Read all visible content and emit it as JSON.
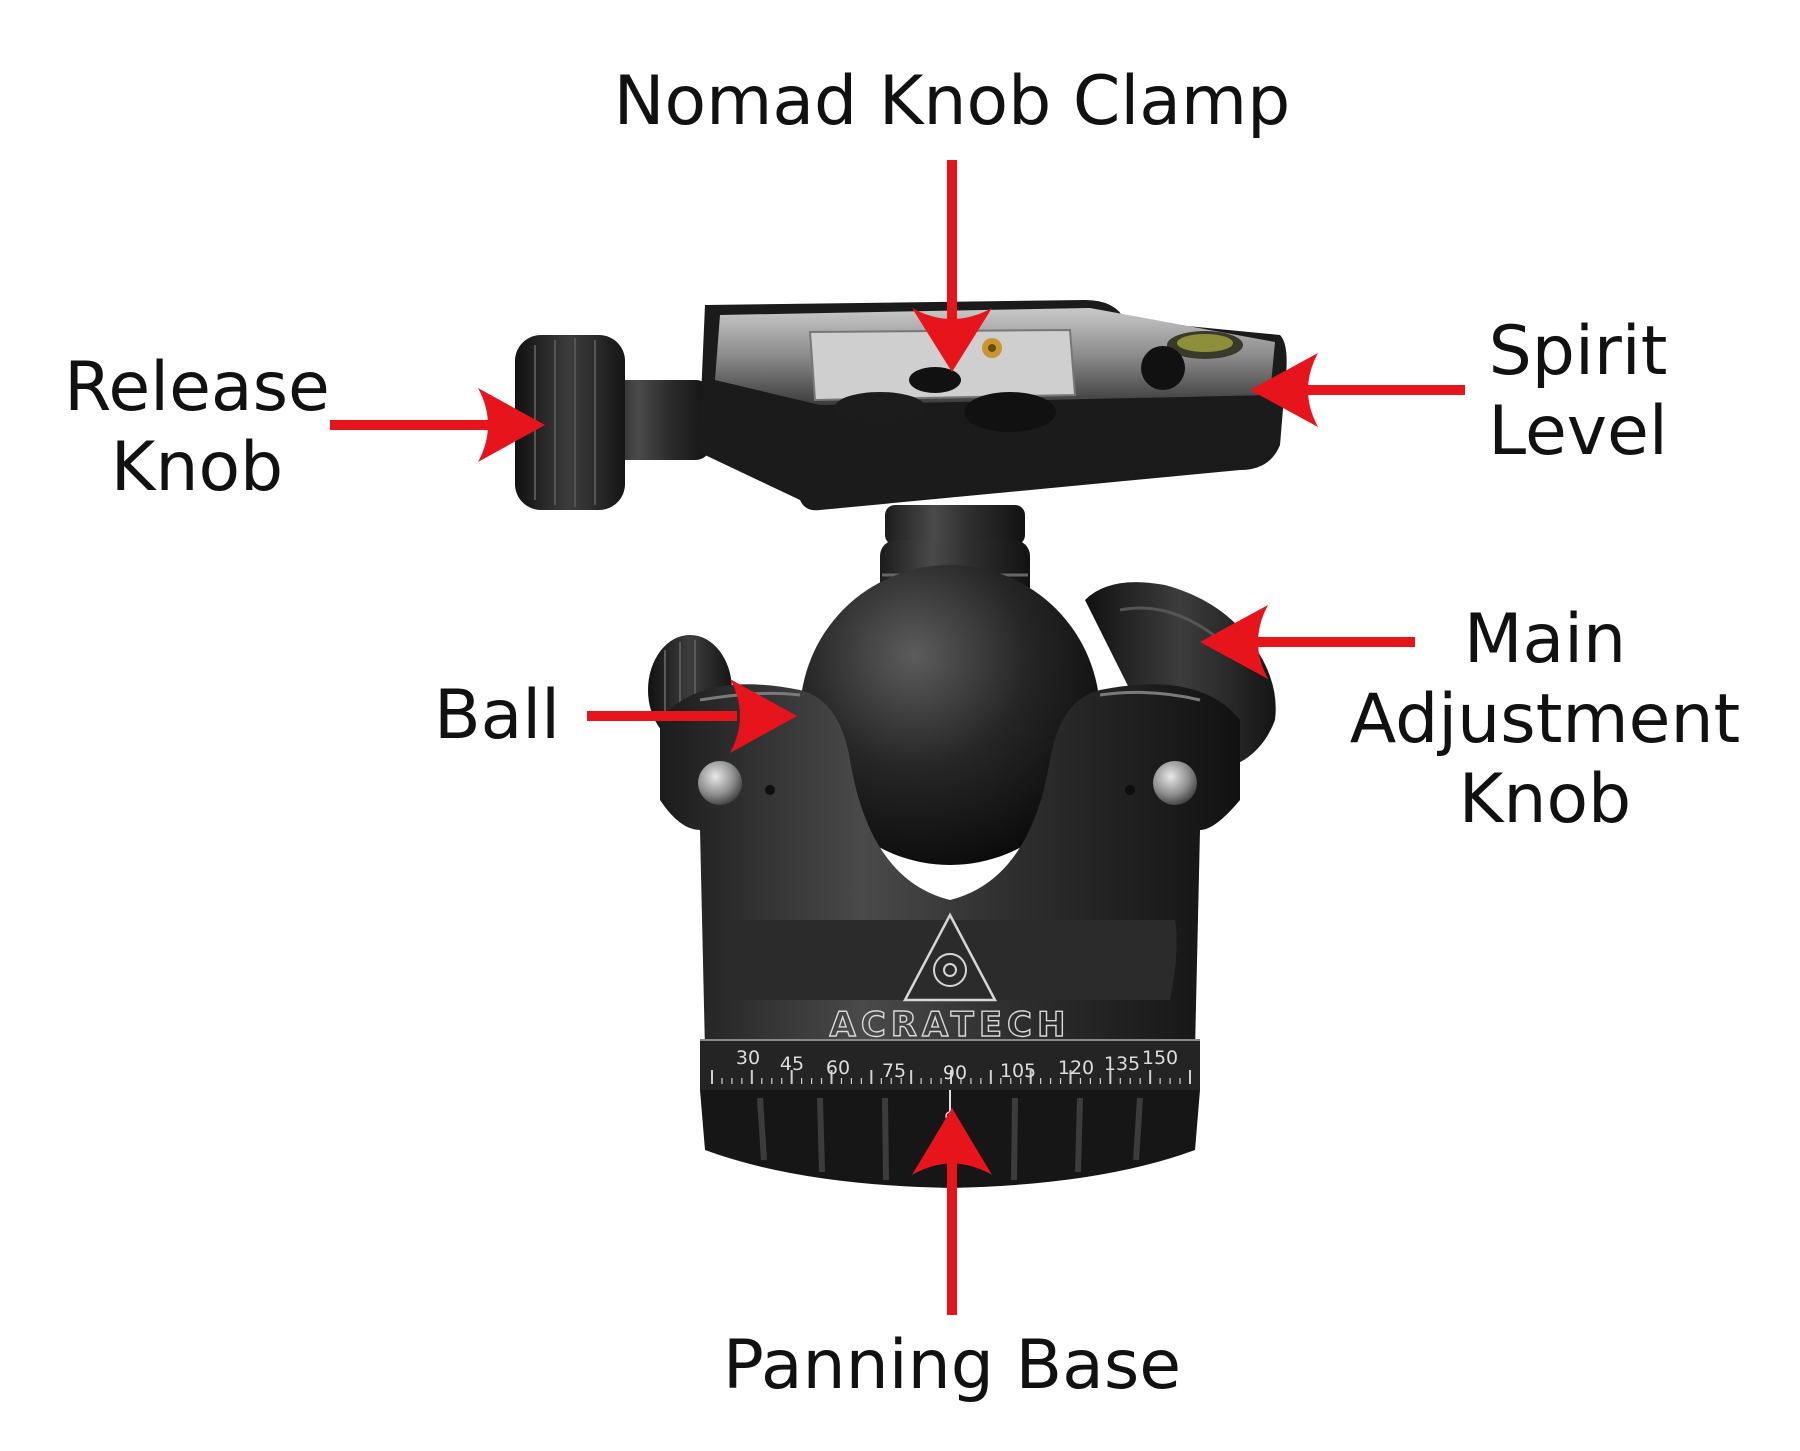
{
  "labels": {
    "top_clamp": "Nomad Knob Clamp",
    "release_knob": [
      "Release",
      "Knob"
    ],
    "spirit_level": [
      "Spirit",
      "Level"
    ],
    "ball": "Ball",
    "main_adjustment_knob": [
      "Main",
      "Adjustment",
      "Knob"
    ],
    "panning_base": "Panning Base"
  },
  "product": {
    "brand_text": "ACRATECH",
    "scale_numbers": [
      "30",
      "45",
      "60",
      "75",
      "90",
      "105",
      "120",
      "135",
      "150"
    ]
  },
  "colors": {
    "arrow": "#e8141b",
    "label_text": "#111111",
    "background": "#ffffff"
  }
}
